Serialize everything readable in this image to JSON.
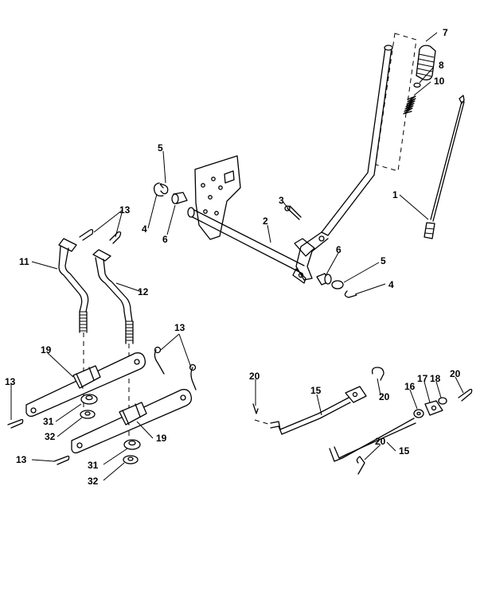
{
  "diagram": {
    "labels": {
      "p1": "1",
      "p2": "2",
      "p3": "3",
      "p4a": "4",
      "p4b": "4",
      "p5a": "5",
      "p5b": "5",
      "p6a": "6",
      "p6b": "6",
      "p7": "7",
      "p8": "8",
      "p10": "10",
      "p11": "11",
      "p12": "12",
      "p13a": "13",
      "p13b": "13",
      "p13c": "13",
      "p13d": "13",
      "p15a": "15",
      "p15b": "15",
      "p16": "16",
      "p17": "17",
      "p18": "18",
      "p19a": "19",
      "p19b": "19",
      "p20a": "20",
      "p20b": "20",
      "p20c": "20",
      "p20d": "20",
      "p31a": "31",
      "p31b": "31",
      "p32a": "32",
      "p32b": "32"
    }
  }
}
